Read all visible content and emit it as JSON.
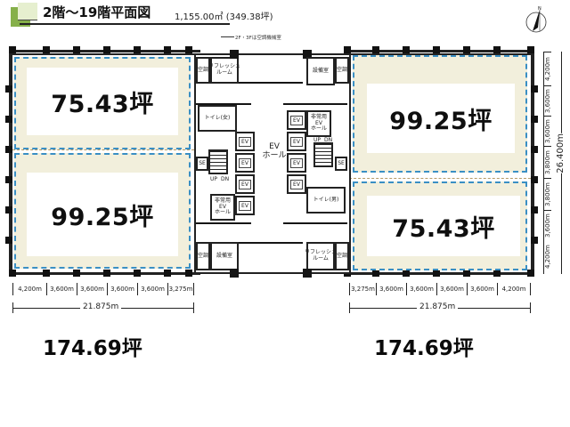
{
  "header": {
    "title": "2階～19階平面図",
    "total_area": "1,155.00㎡ (349.38坪)",
    "note": "2F・3Fは空調機械室",
    "compass_label": "N"
  },
  "tenant_areas": {
    "left_top": "75.43坪",
    "left_bottom": "99.25坪",
    "right_top": "99.25坪",
    "right_bottom": "75.43坪"
  },
  "core_labels": {
    "aircon_room": "空調",
    "refresh_room": "リフレッシュ\nルーム",
    "equipment_room": "設備室",
    "toilet_female": "トイレ(女)",
    "toilet_male": "トイレ(男)",
    "ev": "EV",
    "ev_hall": "EV\nホール",
    "emergency_ev_hall": "非常用\nEV\nホール",
    "se": "SE",
    "up": "UP",
    "dn": "DN"
  },
  "dimensions": {
    "left_bays": [
      "4,200m",
      "3,600m",
      "3,600m",
      "3,600m",
      "3,600m",
      "3,275m"
    ],
    "left_total": "21.875m",
    "right_bays": [
      "3,275m",
      "3,600m",
      "3,600m",
      "3,600m",
      "3,600m",
      "4,200m"
    ],
    "right_total": "21.875m",
    "vertical_bays": [
      "4,200m",
      "3,600m",
      "3,600m",
      "3,800m",
      "3,800m",
      "3,600m",
      "4,200m"
    ],
    "vertical_total": "26.400m"
  },
  "wing_totals": {
    "left": "174.69坪",
    "right": "174.69坪"
  },
  "colors": {
    "tenant_fill": "#f2efdc",
    "tenant_border": "#3a8fc4",
    "header_green": "#86b04a",
    "header_green_light": "#e6efcf"
  }
}
